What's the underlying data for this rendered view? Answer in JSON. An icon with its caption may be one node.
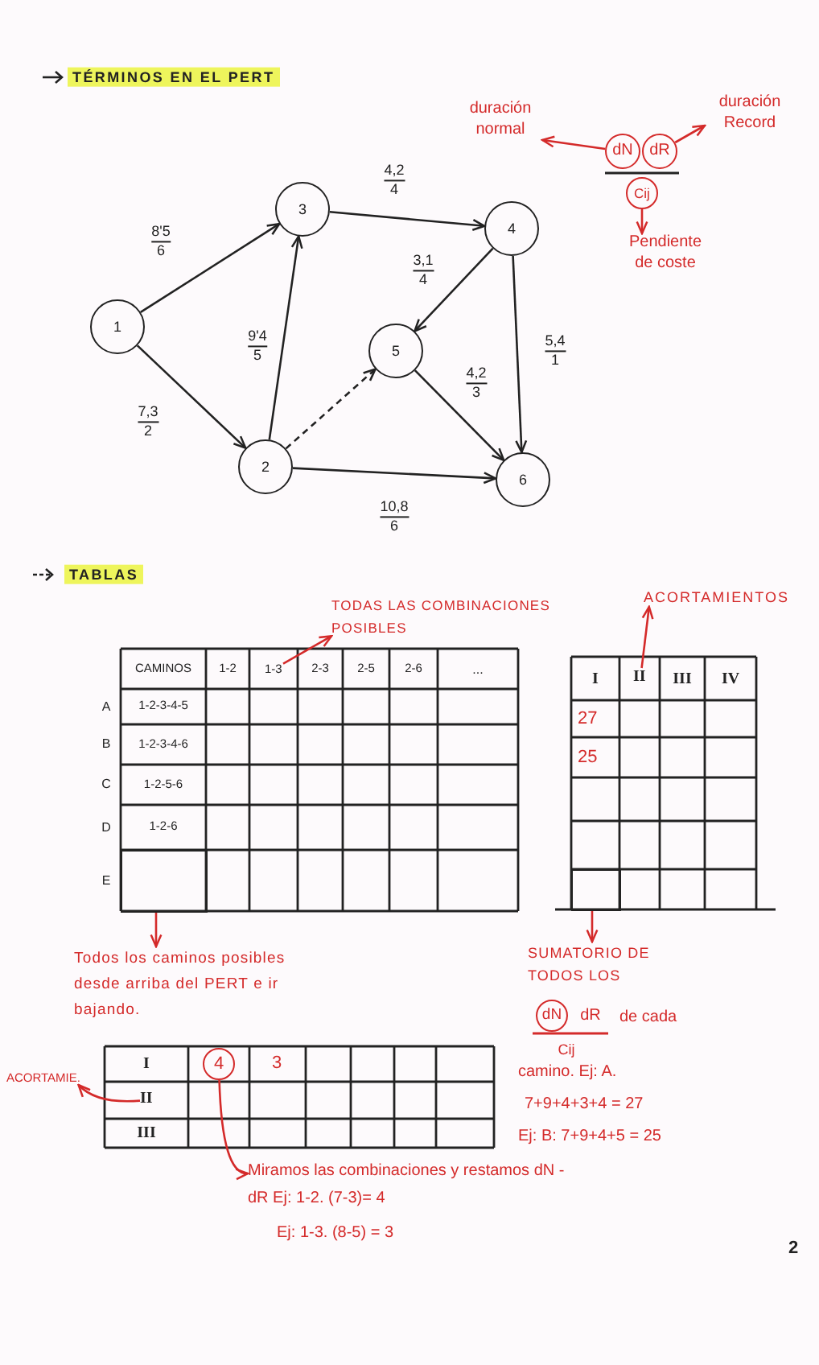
{
  "diagram": {
    "nodes": [
      {
        "text": [
          "1"
        ]
      },
      {
        "text": [
          "2"
        ]
      },
      {
        "text": [
          "3"
        ]
      },
      {
        "text": [
          "4"
        ]
      },
      {
        "text": [
          "5"
        ]
      },
      {
        "text": [
          "6"
        ]
      },
      {
        "text": [
          "duración normal"
        ]
      },
      {
        "text": [
          "dN"
        ]
      },
      {
        "text": [
          "dR"
        ]
      },
      {
        "text": [
          "duración Record"
        ]
      },
      {
        "text": [
          "Cij"
        ]
      },
      {
        "text": [
          "Pendiente de coste"
        ]
      },
      {
        "text": [
          "TODAS LAS COMBINACIONES POSIBLES"
        ]
      },
      {
        "text": [
          "ACORTAMIENTOS"
        ]
      },
      {
        "text": [
          "1-3"
        ]
      },
      {
        "text": [
          "II"
        ]
      },
      {
        "text": [],
        "shape": "box"
      },
      {
        "text": [],
        "shape": "box"
      },
      {
        "text": [
          "Todos los caminos posibles desde arriba del PERT e ir bajando."
        ]
      },
      {
        "text": [
          "SUMATORIO DE TODOS LOS"
        ]
      },
      {
        "text": [
          "dN"
        ]
      },
      {
        "text": [
          "ACORTAMIE."
        ]
      },
      {
        "text": [
          "4"
        ]
      },
      {
        "text": [
          "II"
        ]
      },
      {
        "text": [
          "Miramos las combinaciones y restamos dN - dR Ej: 1-2. (7-3)= 4"
        ]
      }
    ],
    "edges": [
      {
        "from": 0,
        "to": 2,
        "arrow": "to",
        "label": "8'5 6"
      },
      {
        "from": 0,
        "to": 1,
        "arrow": "to",
        "label": "7,3 2"
      },
      {
        "from": 1,
        "to": 2,
        "arrow": "to",
        "label": "9'4 5"
      },
      {
        "from": 2,
        "to": 3,
        "arrow": "to",
        "label": "4,2 4"
      },
      {
        "from": 3,
        "to": 4,
        "arrow": "to",
        "label": "3,1 4"
      },
      {
        "from": 3,
        "to": 5,
        "arrow": "to",
        "label": "5,4 1"
      },
      {
        "from": 4,
        "to": 5,
        "arrow": "to",
        "label": "4,2 3"
      },
      {
        "from": 1,
        "to": 4,
        "arrow": "to",
        "style": "dashed"
      },
      {
        "from": 1,
        "to": 5,
        "arrow": "to",
        "label": "10,8 6"
      },
      {
        "from": 7,
        "to": 6,
        "arrow": "to",
        "color": "#d42a2a"
      },
      {
        "from": 8,
        "to": 9,
        "arrow": "to",
        "color": "#d42a2a"
      },
      {
        "from": 10,
        "to": 11,
        "arrow": "to",
        "color": "#d42a2a"
      },
      {
        "from": 14,
        "to": 12,
        "arrow": "to",
        "color": "#d42a2a"
      },
      {
        "from": 15,
        "to": 13,
        "arrow": "to",
        "color": "#d42a2a"
      },
      {
        "from": 16,
        "to": 18,
        "arrow": "to",
        "color": "#d42a2a"
      },
      {
        "from": 17,
        "to": 19,
        "arrow": "to",
        "color": "#d42a2a"
      },
      {
        "from": 23,
        "to": 21,
        "arrow": "to",
        "color": "#d42a2a"
      },
      {
        "from": 22,
        "to": 24,
        "arrow": "to",
        "color": "#d42a2a"
      }
    ],
    "labels": [
      "TÉRMINOS EN EL PERT",
      "TABLAS",
      "CAMINOS",
      "1-2",
      "2-3",
      "2-5",
      "2-6",
      "...",
      "A",
      "1-2-3-4-5",
      "B",
      "1-2-3-4-6",
      "C",
      "1-2-5-6",
      "D",
      "1-2-6",
      "E",
      "I",
      "III",
      "IV",
      "27",
      "25",
      "dR",
      "de cada",
      "Cij",
      "camino. Ej: A.",
      "7+9+4+3+4 = 27",
      "Ej: B: 7+9+4+5 = 25",
      "I",
      "3",
      "III",
      "Ej: 1-3. (8-5) = 3",
      "2"
    ]
  }
}
